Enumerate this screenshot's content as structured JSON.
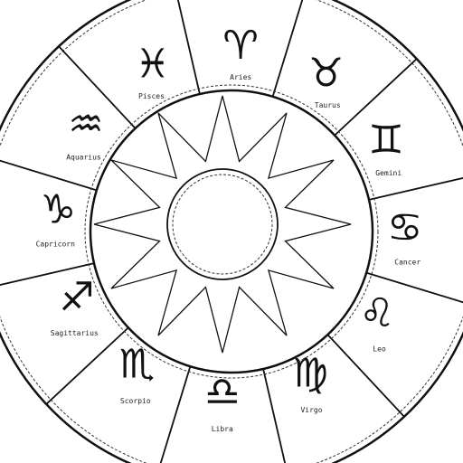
{
  "wheel": {
    "stroke_color": "#111111",
    "background": "#ffffff",
    "signs": [
      {
        "name": "Aries",
        "glyph": "♈",
        "icon": "aries-icon"
      },
      {
        "name": "Taurus",
        "glyph": "♉",
        "icon": "taurus-icon"
      },
      {
        "name": "Gemini",
        "glyph": "♊",
        "icon": "gemini-icon"
      },
      {
        "name": "Cancer",
        "glyph": "♋",
        "icon": "cancer-icon"
      },
      {
        "name": "Leo",
        "glyph": "♌",
        "icon": "leo-icon"
      },
      {
        "name": "Virgo",
        "glyph": "♍",
        "icon": "virgo-icon"
      },
      {
        "name": "Libra",
        "glyph": "♎",
        "icon": "libra-icon"
      },
      {
        "name": "Scorpio",
        "glyph": "♏",
        "icon": "scorpio-icon"
      },
      {
        "name": "Sagittarius",
        "glyph": "♐",
        "icon": "sagittarius-icon"
      },
      {
        "name": "Capricorn",
        "glyph": "♑",
        "icon": "capricorn-icon"
      },
      {
        "name": "Aquarius",
        "glyph": "♒",
        "icon": "aquarius-icon"
      },
      {
        "name": "Pisces",
        "glyph": "♓",
        "icon": "pisces-icon"
      }
    ],
    "center_icon": "sun-icon"
  }
}
